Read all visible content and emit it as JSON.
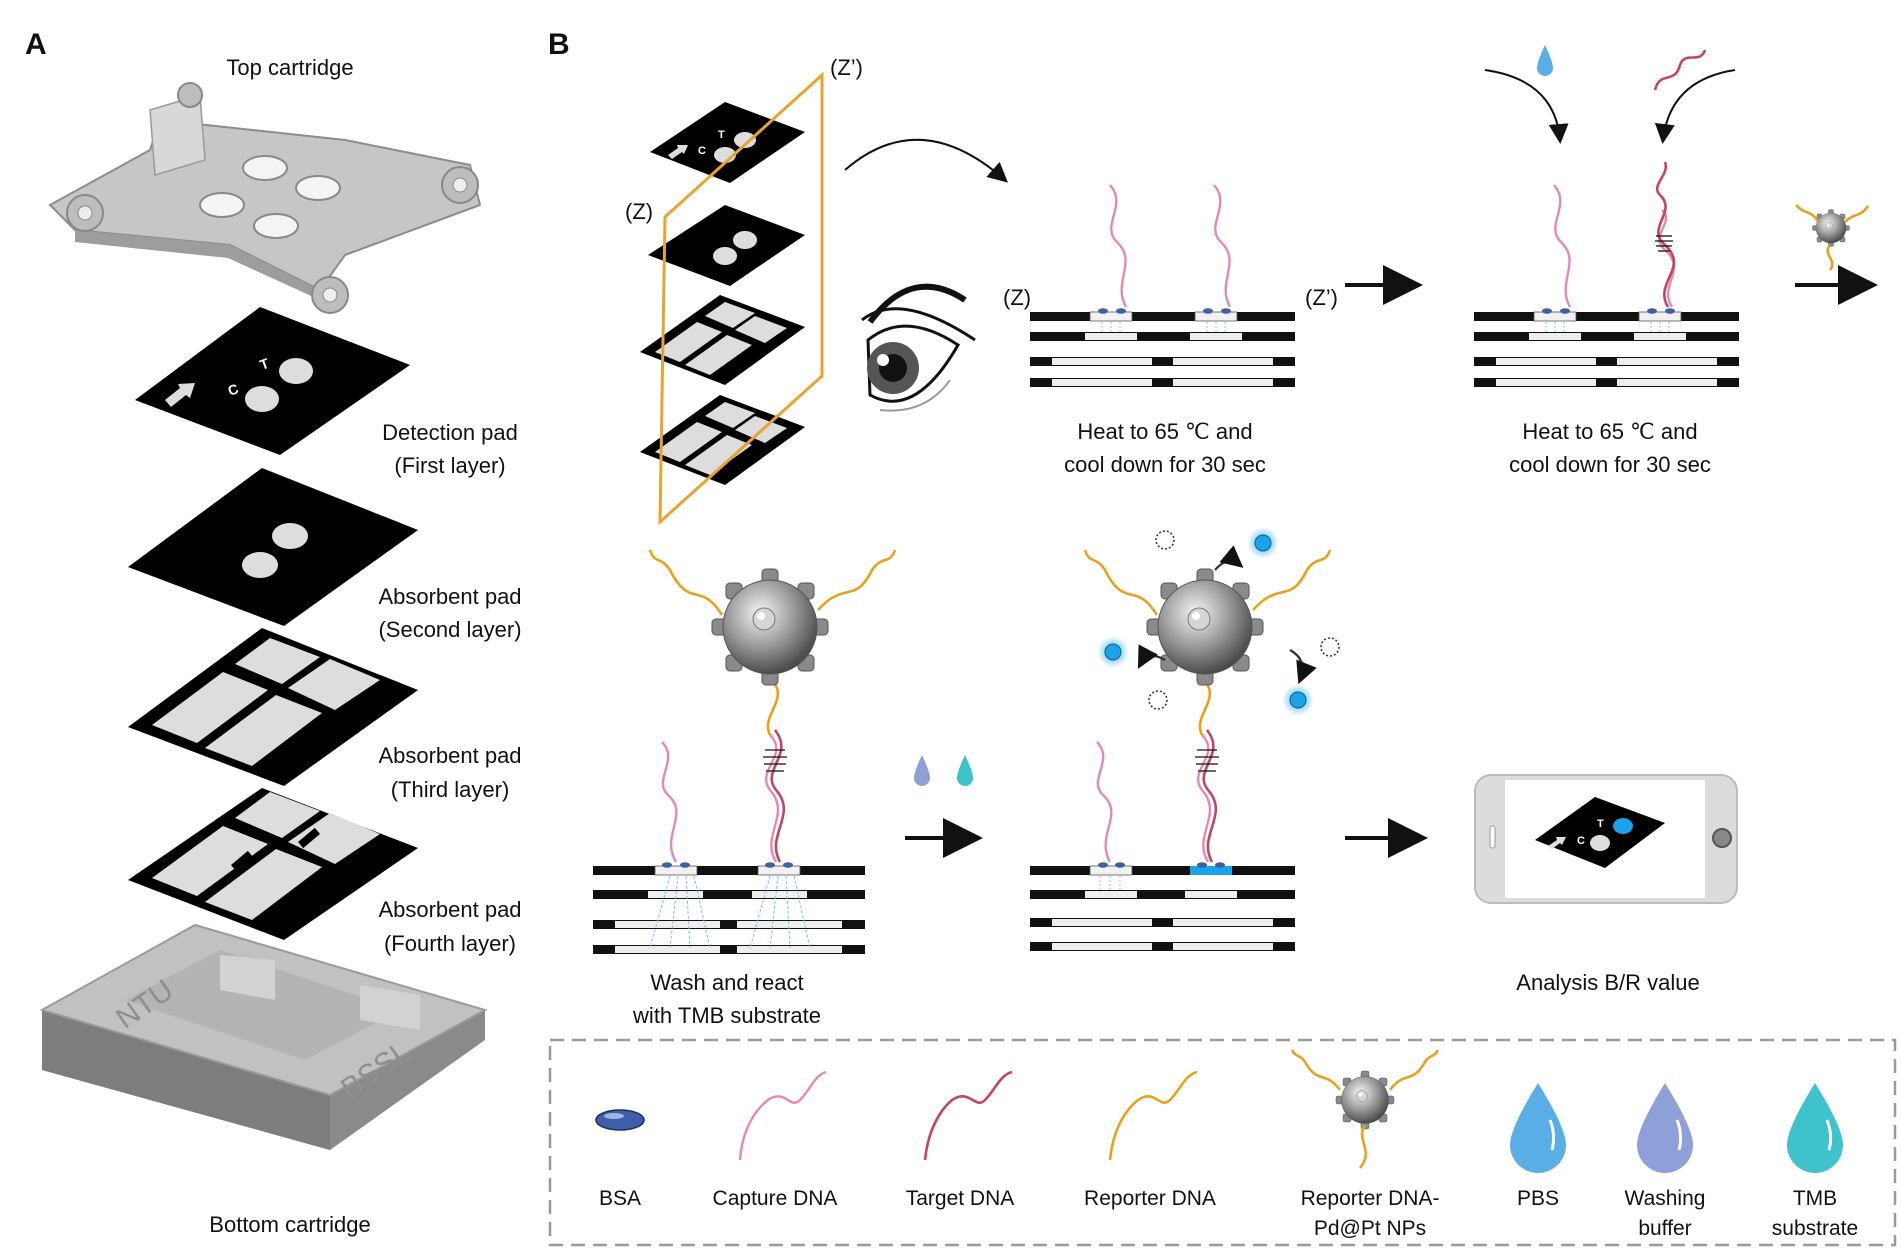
{
  "panels": {
    "a": "A",
    "b": "B"
  },
  "panel_a": {
    "top_cartridge": "Top cartridge",
    "bottom_cartridge": "Bottom cartridge",
    "pad_letters": {
      "t": "T",
      "c": "C"
    },
    "embossed": {
      "left": "NTU",
      "right": "BSSL"
    },
    "layers": [
      {
        "name": "Detection pad",
        "sub": "(First layer)"
      },
      {
        "name": "Absorbent pad",
        "sub": "(Second layer)"
      },
      {
        "name": "Absorbent pad",
        "sub": "(Third layer)"
      },
      {
        "name": "Absorbent pad",
        "sub": "(Fourth layer)"
      }
    ]
  },
  "panel_b": {
    "plane_z": "(Z)",
    "plane_zp": "(Z’)",
    "section_z": "(Z)",
    "section_zp": "(Z’)",
    "step1": [
      "Heat to 65 ℃ and",
      "cool down for 30 sec"
    ],
    "step2": [
      "Heat to 65 ℃ and",
      "cool down for 30 sec"
    ],
    "step3": [
      "Wash and react",
      "with TMB substrate"
    ],
    "step4": "Analysis B/R value",
    "phone_letters": {
      "c": "C",
      "t": "T"
    }
  },
  "legend": [
    {
      "key": "bsa",
      "line1": "BSA",
      "line2": ""
    },
    {
      "key": "capture",
      "line1": "Capture DNA",
      "line2": ""
    },
    {
      "key": "target",
      "line1": "Target DNA",
      "line2": ""
    },
    {
      "key": "reporter",
      "line1": "Reporter DNA",
      "line2": ""
    },
    {
      "key": "np",
      "line1": "Reporter DNA-",
      "line2": "Pd@Pt NPs"
    },
    {
      "key": "pbs",
      "line1": "PBS",
      "line2": ""
    },
    {
      "key": "wash",
      "line1": "Washing",
      "line2": "buffer"
    },
    {
      "key": "tmb",
      "line1": "TMB",
      "line2": "substrate"
    }
  ],
  "colors": {
    "capture_dna": "#e48ab2",
    "target_dna": "#c4455e",
    "reporter_dna": "#e6a21c",
    "pbs": "#5aaee6",
    "washing_buffer": "#8fa0d8",
    "tmb": "#3ec3cc",
    "signal_blue": "#1aa3e8",
    "plane": "#e8a430"
  }
}
